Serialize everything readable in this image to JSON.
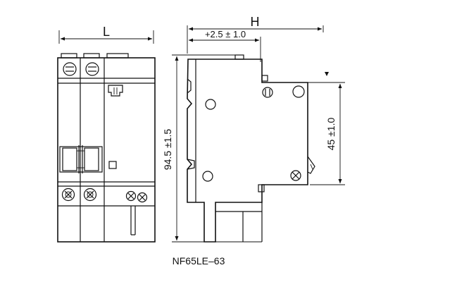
{
  "dimensions": {
    "width_label": "L",
    "height_label": "H",
    "offset_label": "+2.5 ± 1.0",
    "total_height_label": "94.5 ±1.5",
    "front_height_label": "45 ±1.0"
  },
  "caption": "NF65LE–63"
}
